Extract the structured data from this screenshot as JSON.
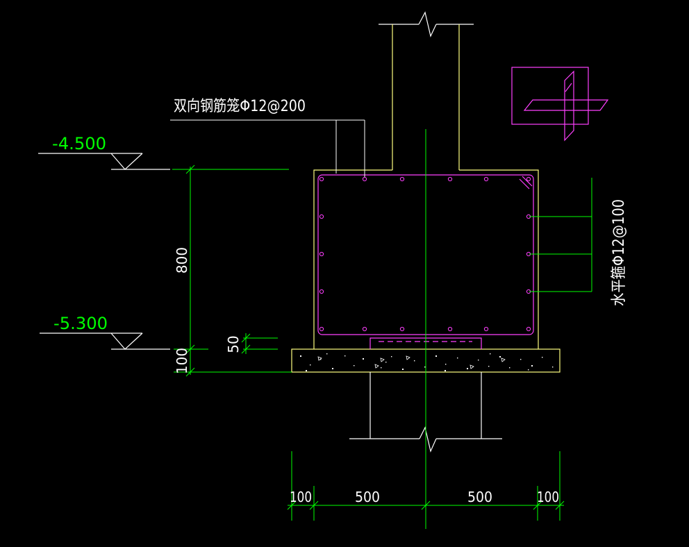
{
  "labels": {
    "cage_note": "双向钢筋笼Φ12@200",
    "horizontal_hoop_note": "水平箍Φ12@100",
    "elev_top": "-4.500",
    "elev_bottom": "-5.300",
    "dim_height": "800",
    "dim_bed": "100",
    "dim_cover": "50",
    "dim_left_edge": "100",
    "dim_left_half": "500",
    "dim_right_half": "500",
    "dim_right_edge": "100"
  },
  "colors": {
    "background": "#000000",
    "concrete_outline": "#ffff80",
    "rebar": "#ff40ff",
    "dimension": "#00ff00",
    "text": "#ffffff",
    "elevation_text": "#00ff00",
    "pile": "#ffffff"
  }
}
